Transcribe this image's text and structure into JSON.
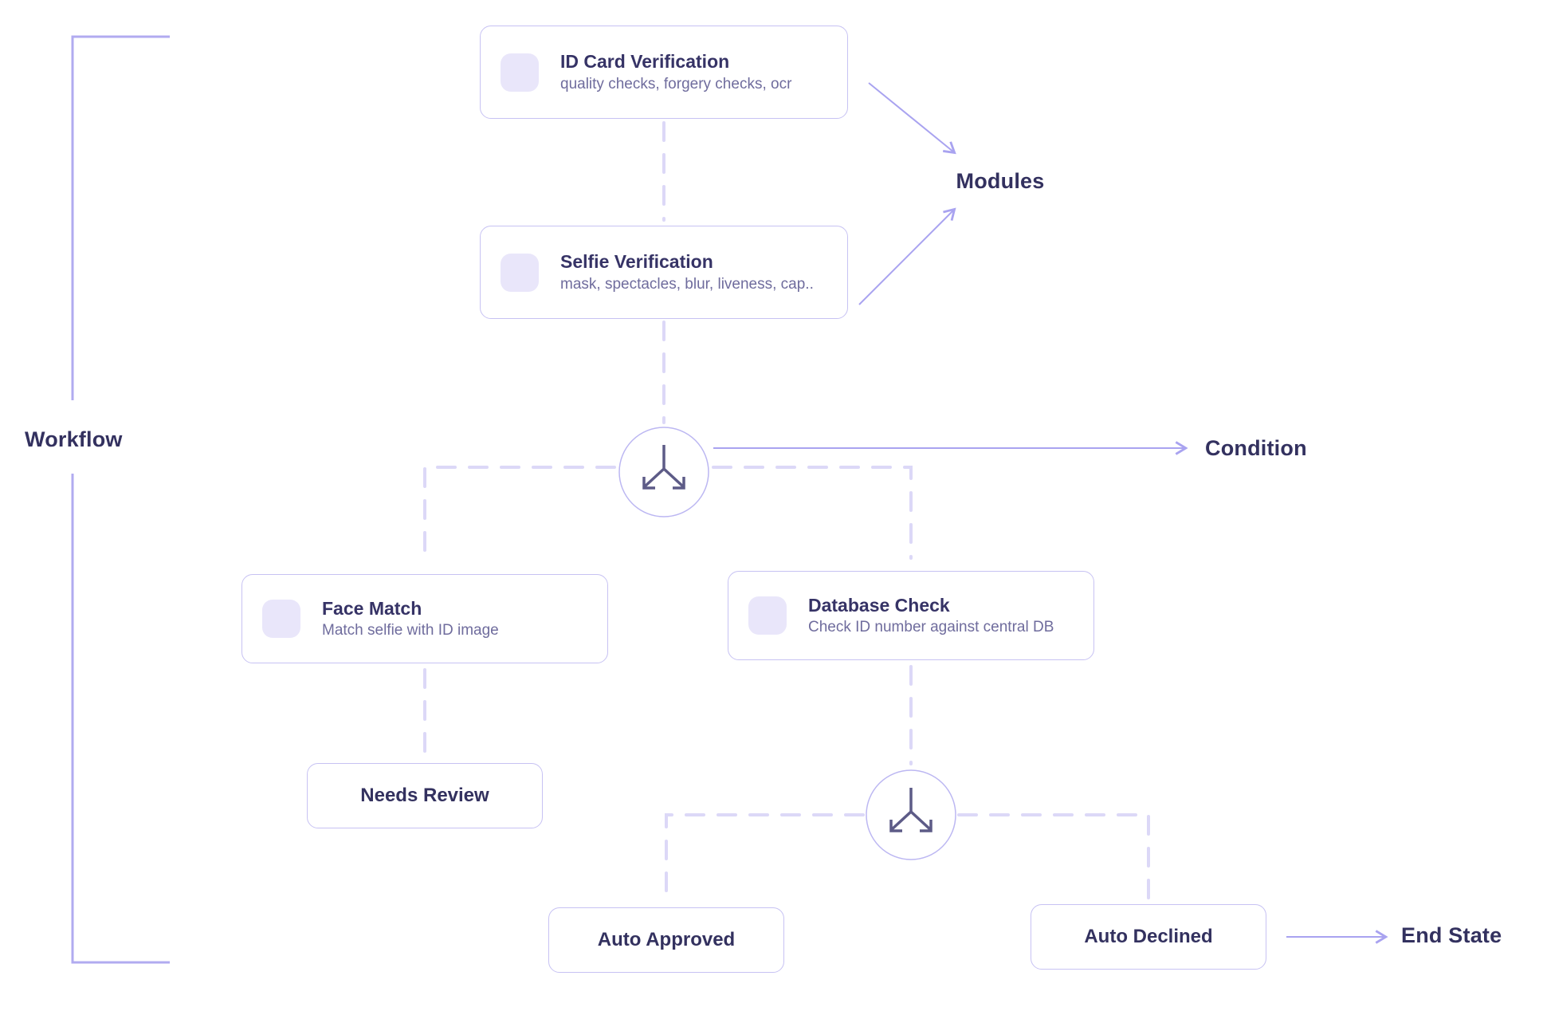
{
  "diagram": {
    "side_labels": {
      "workflow": "Workflow",
      "modules": "Modules",
      "condition": "Condition",
      "end_state": "End State"
    },
    "module_nodes": [
      {
        "title": "ID Card Verification",
        "subtitle": "quality checks, forgery checks, ocr"
      },
      {
        "title": "Selfie Verification",
        "subtitle": "mask, spectacles, blur, liveness, cap.."
      },
      {
        "title": "Face Match",
        "subtitle": "Match selfie with ID image"
      },
      {
        "title": "Database Check",
        "subtitle": "Check ID number against central DB"
      }
    ],
    "terminal_nodes": [
      {
        "label": "Needs Review"
      },
      {
        "label": "Auto Approved"
      },
      {
        "label": "Auto Declined"
      }
    ],
    "icons": {
      "branch_node": "branch-split-icon",
      "module_placeholder": "module-icon-placeholder"
    }
  },
  "colors": {
    "arrow": "#a9a3f0",
    "dash": "#dcd8f7",
    "bracket": "#b1abf0",
    "circle": "#bcb7f2",
    "glyph": "#5d5b87",
    "title": "#363366",
    "sub": "#6f6c9d",
    "label": "#33315f",
    "border": "#c7c2f3",
    "iconbg": "#e9e6fa"
  }
}
